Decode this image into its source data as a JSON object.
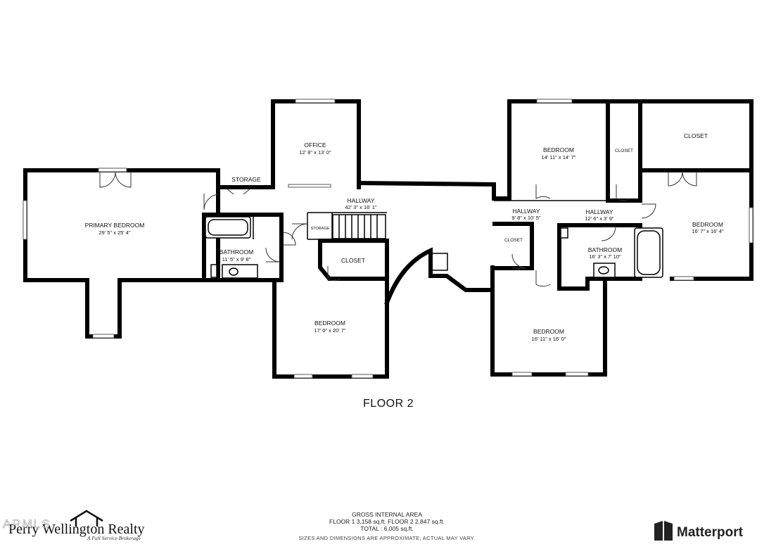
{
  "rooms": {
    "primary_bedroom": {
      "name": "PRIMARY BEDROOM",
      "dims": "29' 5\" x 25' 4\""
    },
    "storage_top": {
      "name": "STORAGE"
    },
    "office": {
      "name": "OFFICE",
      "dims": "12' 8\" x 13' 0\""
    },
    "hallway_main": {
      "name": "HALLWAY",
      "dims": "42' 3\" x 16' 1\""
    },
    "bathroom_left": {
      "name": "BATHROOM",
      "dims": "11' 5\" x 9' 8\""
    },
    "storage_small": {
      "name": "STORAGE"
    },
    "closet_center": {
      "name": "CLOSET"
    },
    "bedroom_center": {
      "name": "BEDROOM",
      "dims": "17' 0\" x 20' 7\""
    },
    "bedroom_top_right": {
      "name": "BEDROOM",
      "dims": "14' 11\" x 14' 7\""
    },
    "closet_narrow": {
      "name": "CLOSET"
    },
    "closet_big": {
      "name": "CLOSET"
    },
    "bedroom_far_right": {
      "name": "BEDROOM",
      "dims": "16' 7\" x 16' 4\""
    },
    "hallway_a": {
      "name": "HALLWAY",
      "dims": "9' 8\" x 10' 5\""
    },
    "hallway_b": {
      "name": "HALLWAY",
      "dims": "12' 6\" x 3' 9\""
    },
    "closet_small": {
      "name": "CLOSET"
    },
    "bathroom_right": {
      "name": "BATHROOM",
      "dims": "16' 3\" x 7' 10\""
    },
    "bedroom_bottom_right": {
      "name": "BEDROOM",
      "dims": "16' 11\" x 16' 0\""
    }
  },
  "floor_label": "FLOOR 2",
  "area": {
    "title": "GROSS INTERNAL AREA",
    "line1": "FLOOR 1 3,158 sq.ft.    FLOOR 2 2,847 sq.ft.",
    "total": "TOTAL :  6,005 sq.ft.",
    "disclaimer": "SIZES AND DIMENSIONS ARE APPROXIMATE, ACTUAL MAY VARY."
  },
  "branding": {
    "realty_name": "Perry Wellington Realty",
    "realty_tagline": "A Full Service Brokerage",
    "overlay_mark": "ARMLS",
    "matterport": "Matterport"
  },
  "colors": {
    "wall": "#000000",
    "background": "#ffffff"
  }
}
